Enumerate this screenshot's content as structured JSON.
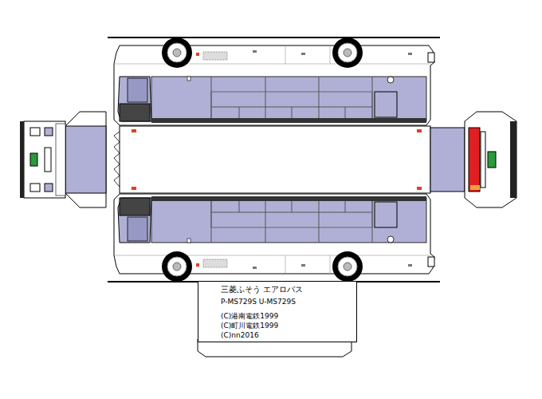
{
  "diagram": {
    "nodes": [
      {
        "text": [
          "三菱ふそう エアロバス",
          "P-MS729S U-MS729S",
          "(C)港南電鉄1999",
          "(C)町川電鉄1999",
          "(C)nn2016"
        ]
      }
    ]
  }
}
